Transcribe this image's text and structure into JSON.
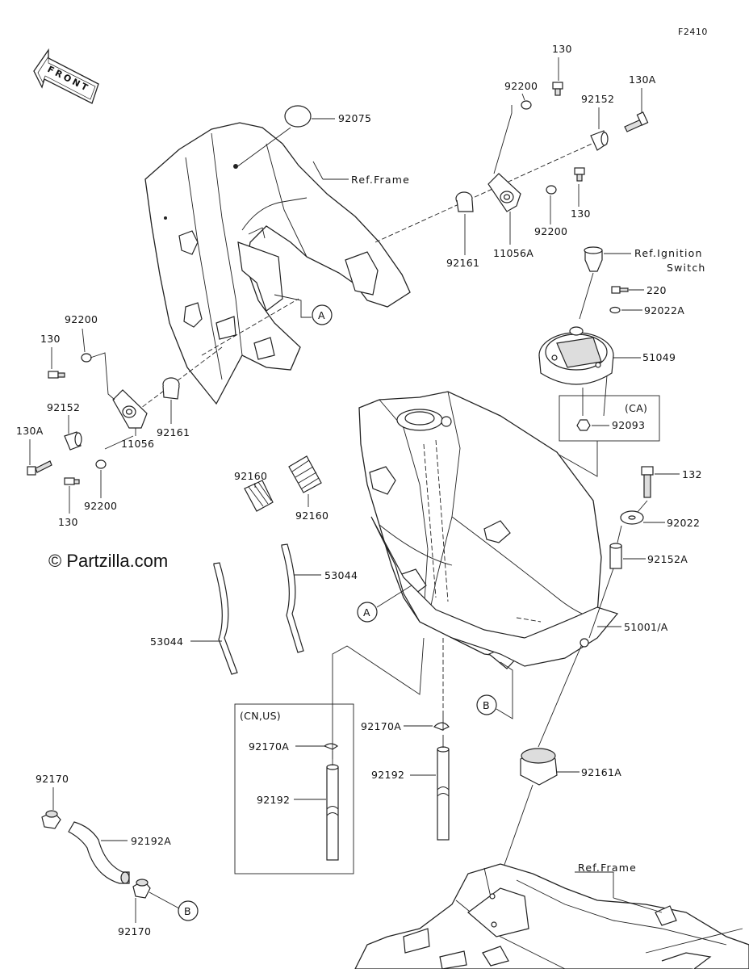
{
  "figure_code": "F2410",
  "front_label": "FRONT",
  "watermark": "© Partzilla.com",
  "ref_labels": {
    "frame_top": "Ref.Frame",
    "ignition_line1": "Ref.Ignition",
    "ignition_line2": "Switch",
    "frame_bottom": "Ref.Frame"
  },
  "region_notes": {
    "cn_us": "(CN,US)",
    "ca": "(CA)"
  },
  "callouts": {
    "a_left": "A",
    "a_tank": "A",
    "b_tank": "B",
    "b_bottom": "B"
  },
  "part_labels": {
    "p92075": "92075",
    "p92200_top": "92200",
    "p130_top": "130",
    "p130A_top": "130A",
    "p92152_top": "92152",
    "p130_mid": "130",
    "p92200_mid": "92200",
    "p92161_top": "92161",
    "p11056A": "11056A",
    "p220": "220",
    "p92022A": "92022A",
    "p51049": "51049",
    "p92093": "92093",
    "p92200_left": "92200",
    "p130_left": "130",
    "p92152_left": "92152",
    "p130A_left": "130A",
    "p92161_left": "92161",
    "p11056": "11056",
    "p92200_left2": "92200",
    "p130_left2": "130",
    "p92160_a": "92160",
    "p92160_b": "92160",
    "p53044_r": "53044",
    "p53044_l": "53044",
    "p132": "132",
    "p92022": "92022",
    "p92152A": "92152A",
    "p51001A": "51001/A",
    "p92170A_box": "92170A",
    "p92192_box": "92192",
    "p92170A": "92170A",
    "p92192": "92192",
    "p92161A": "92161A",
    "p92170_top": "92170",
    "p92192A": "92192A",
    "p92170_bot": "92170"
  }
}
